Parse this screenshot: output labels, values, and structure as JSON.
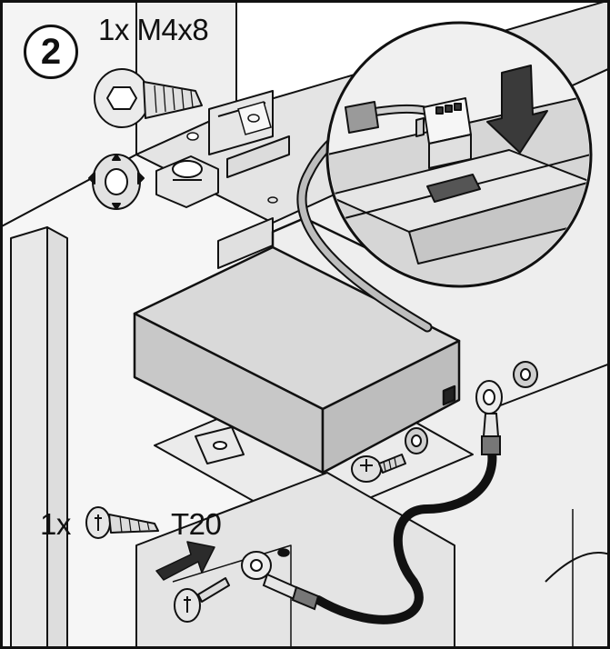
{
  "step": {
    "number": "2"
  },
  "labels": {
    "top_screw": "1x M4x8",
    "bottom_count": "1x",
    "bottom_tool": "T20"
  },
  "icons": {
    "step_badge": "step-number-circle",
    "zoom_callout": "magnified-connector-detail",
    "insert_arrow": "push-direction-arrow"
  },
  "colors": {
    "line": "#111111",
    "panel_light": "#f2f2f2",
    "panel_mid": "#dcdcdc",
    "box_top": "#d4d4d4",
    "box_front": "#c4c4c4",
    "cable": "#1a1a1a",
    "metal": "#e8e8e8"
  }
}
